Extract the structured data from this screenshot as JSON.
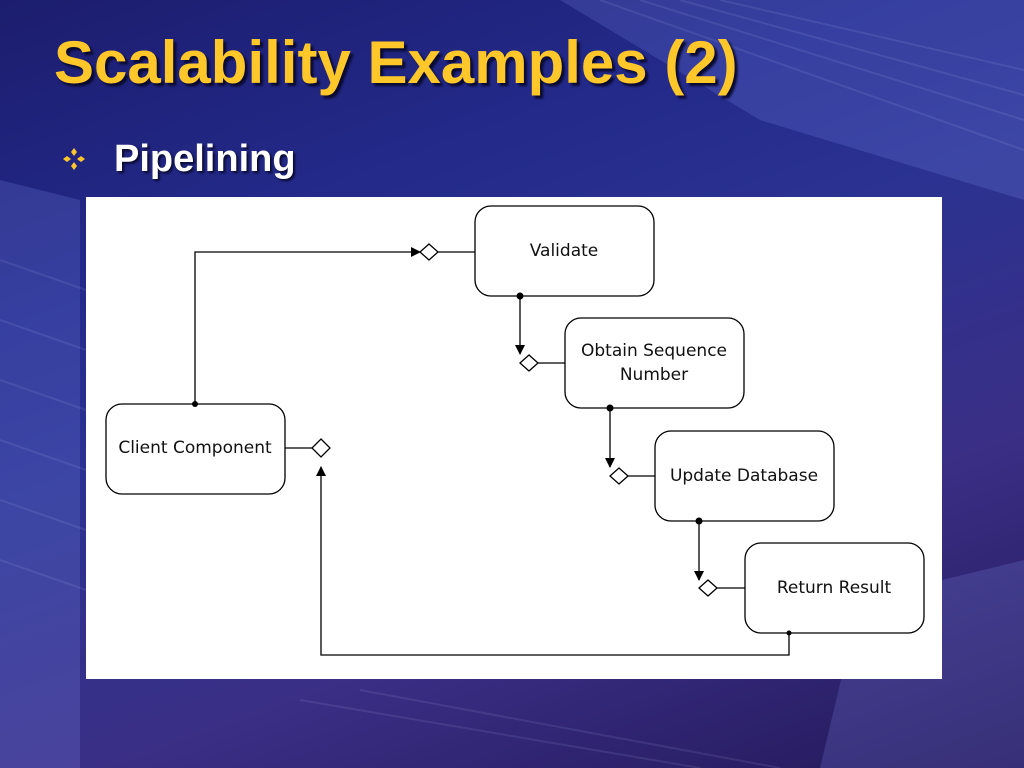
{
  "slide": {
    "title": "Scalability Examples (2)",
    "bullet": "Pipelining"
  },
  "colors": {
    "title": "#ffc72a",
    "bullet_text": "#ffffff",
    "bullet_icon": "#ffc72a",
    "background": "#232a8a",
    "diagram_background": "#ffffff"
  },
  "icons": {
    "bullet": "diamond-bullet-icon"
  },
  "diagram": {
    "nodes": {
      "validate": "Validate",
      "obtain_sequence_line1": "Obtain Sequence",
      "obtain_sequence_line2": "Number",
      "client_component": "Client Component",
      "update_database": "Update Database",
      "return_result": "Return Result"
    },
    "flow": [
      {
        "from": "Client Component",
        "to": "Validate"
      },
      {
        "from": "Validate",
        "to": "Obtain Sequence Number"
      },
      {
        "from": "Obtain Sequence Number",
        "to": "Update Database"
      },
      {
        "from": "Update Database",
        "to": "Return Result"
      },
      {
        "from": "Return Result",
        "to": "Client Component"
      }
    ]
  }
}
